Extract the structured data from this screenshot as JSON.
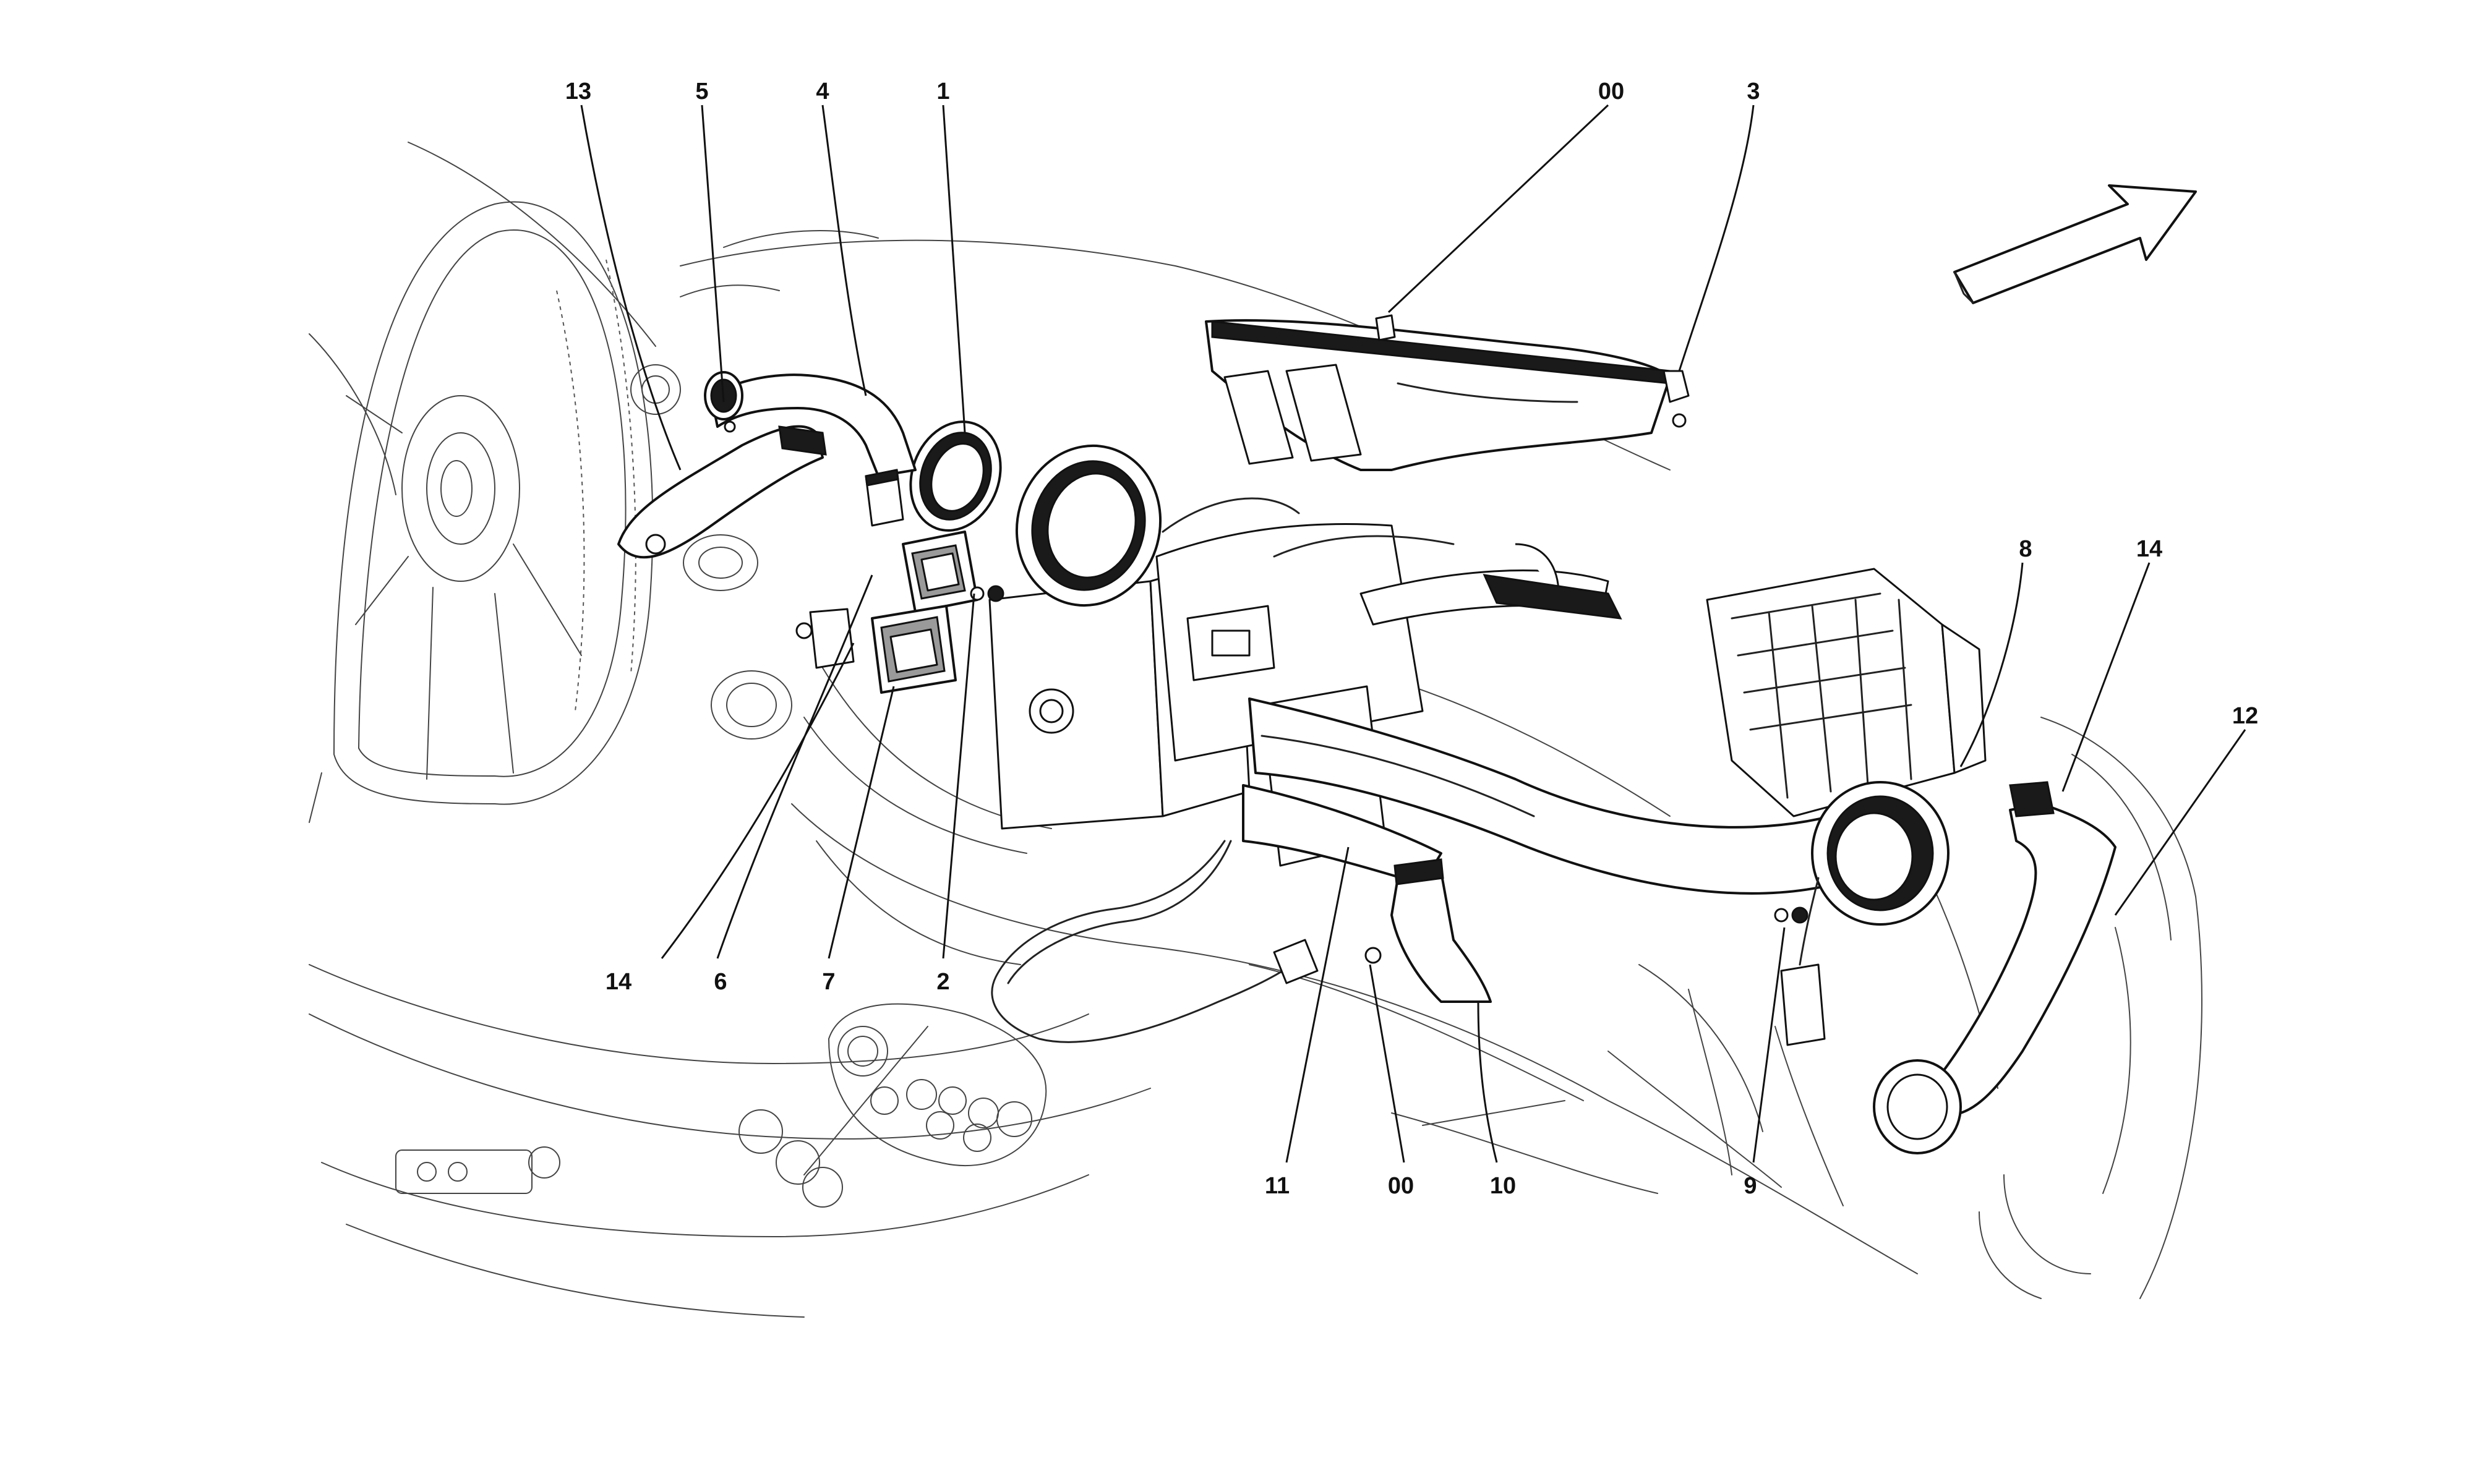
{
  "callouts": [
    {
      "id": "c13",
      "label": "13"
    },
    {
      "id": "c5",
      "label": "5"
    },
    {
      "id": "c4",
      "label": "4"
    },
    {
      "id": "c1",
      "label": "1"
    },
    {
      "id": "c00a",
      "label": "00"
    },
    {
      "id": "c3",
      "label": "3"
    },
    {
      "id": "c8",
      "label": "8"
    },
    {
      "id": "c14a",
      "label": "14"
    },
    {
      "id": "c12",
      "label": "12"
    },
    {
      "id": "c14b",
      "label": "14"
    },
    {
      "id": "c6",
      "label": "6"
    },
    {
      "id": "c7",
      "label": "7"
    },
    {
      "id": "c2",
      "label": "2"
    },
    {
      "id": "c11",
      "label": "11"
    },
    {
      "id": "c00b",
      "label": "00"
    },
    {
      "id": "c10",
      "label": "10"
    },
    {
      "id": "c9",
      "label": "9"
    }
  ],
  "direction_arrow": {
    "icon": "forward-direction-arrow-icon"
  },
  "colors": {
    "line": "#111111",
    "background": "#ffffff",
    "fill_dark": "#1a1a1a",
    "fill_grey": "#9a9a9a"
  }
}
